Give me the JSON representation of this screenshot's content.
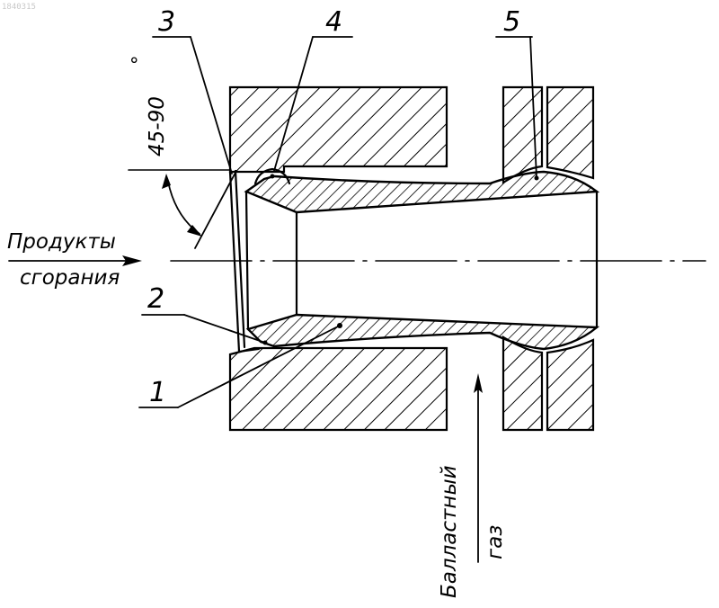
{
  "document_id": "1840315",
  "callouts": {
    "c1": "1",
    "c2": "2",
    "c3": "3",
    "c4": "4",
    "c5": "5"
  },
  "angle_label": "45-90",
  "degree_mark": "°",
  "inlet_label": {
    "line1": "Продукты",
    "line2": "сгорания"
  },
  "ballast_label": {
    "line1": "Балластный",
    "line2": "газ"
  }
}
